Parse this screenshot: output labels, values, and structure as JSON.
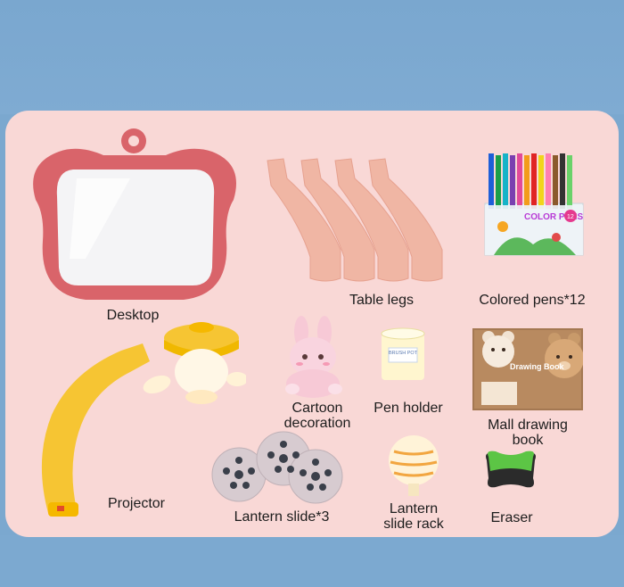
{
  "labels": {
    "desktop": "Desktop",
    "table_legs": "Table legs",
    "colored_pens": "Colored pens*12",
    "projector": "Projector",
    "cartoon_decoration": "Cartoon\ndecoration",
    "pen_holder": "Pen holder",
    "drawing_book": "Mall drawing\nbook",
    "lantern_slide": "Lantern slide*3",
    "lantern_rack": "Lantern\nslide rack",
    "eraser": "Eraser"
  },
  "product_text": {
    "pen_box_title": "COLOR PENS",
    "pen_box_count": "12",
    "pen_holder_text": "BRUSH POT",
    "book_title": "Drawing Book"
  },
  "colors": {
    "background": "#7ba8cf",
    "panel": "#f9d8d6",
    "desktop_frame": "#d9646a",
    "legs": "#f0b6a4",
    "projector": "#f6c533",
    "eraser": "#5cc545"
  }
}
